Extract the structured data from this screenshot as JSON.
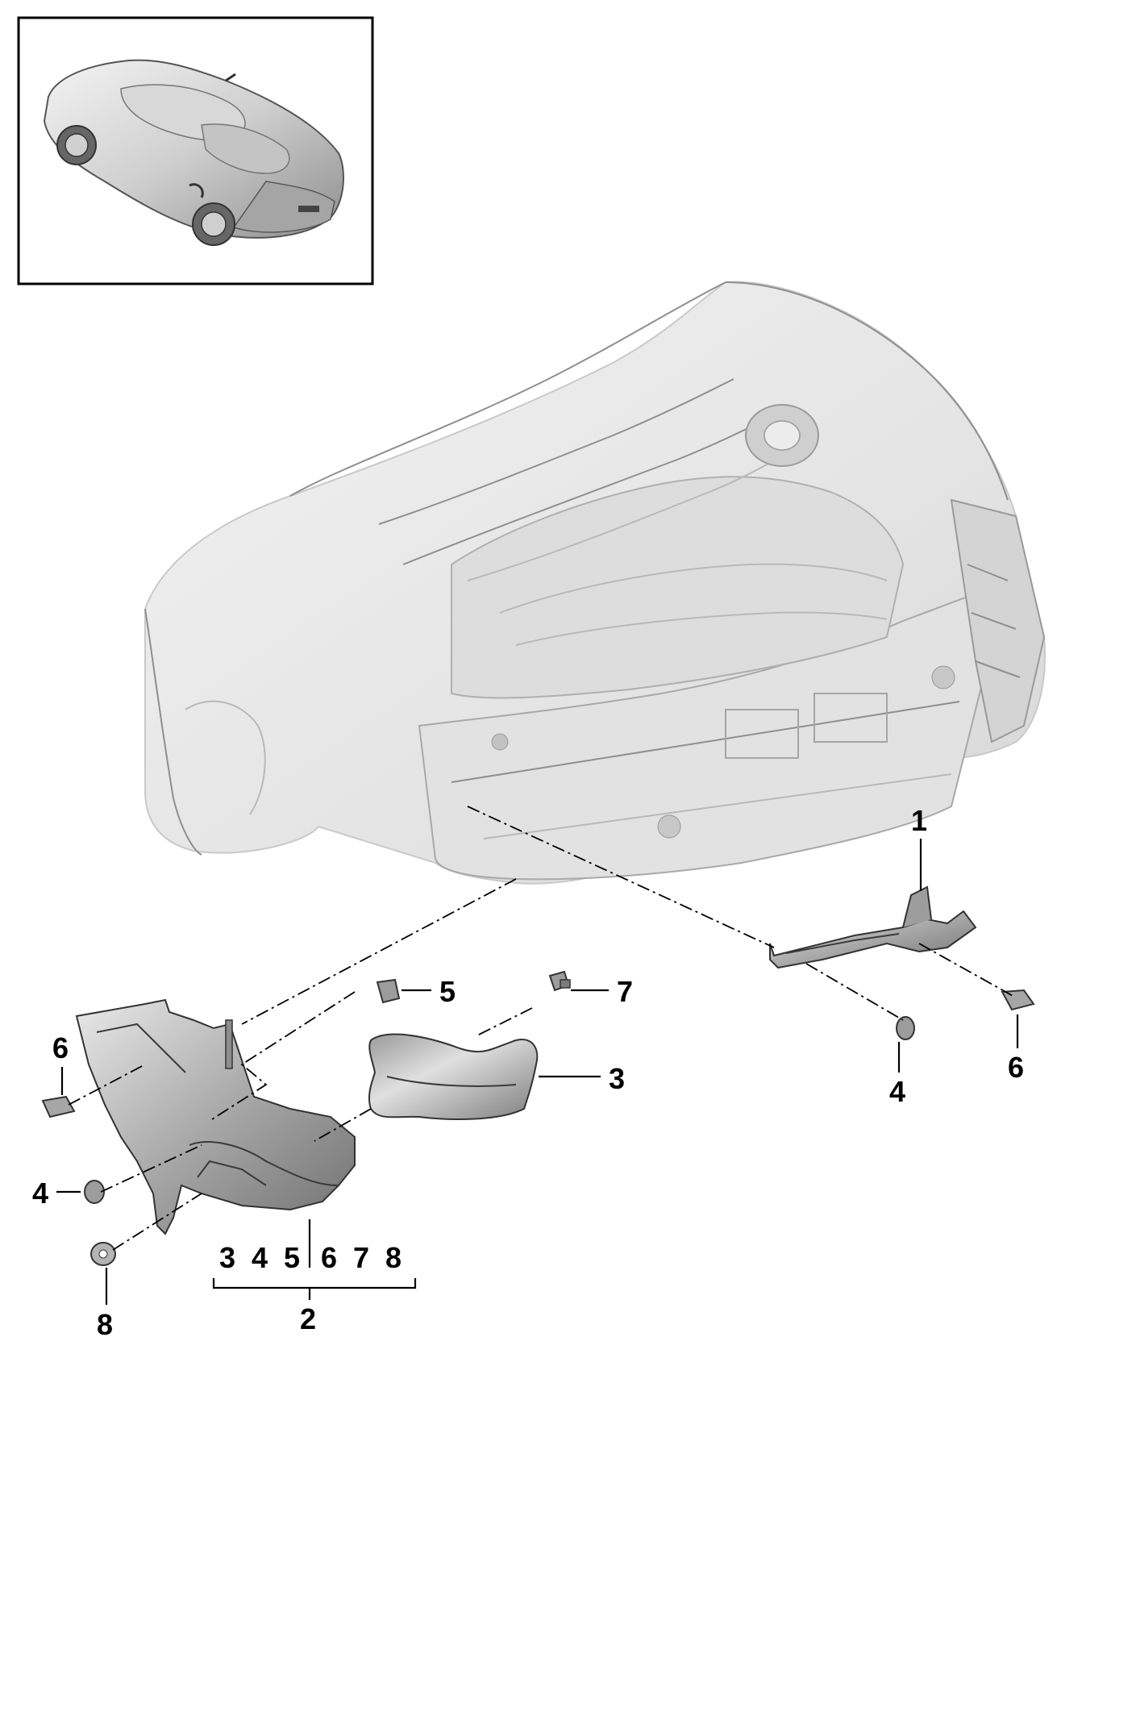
{
  "diagram": {
    "callouts": {
      "part_1": "1",
      "part_2": "2",
      "part_3": "3",
      "part_4_right": "4",
      "part_4_left": "4",
      "part_5": "5",
      "part_6_right": "6",
      "part_6_left": "6",
      "part_7": "7",
      "part_8": "8"
    },
    "group_2_items": [
      "3",
      "4",
      "5",
      "6",
      "7",
      "8"
    ]
  }
}
